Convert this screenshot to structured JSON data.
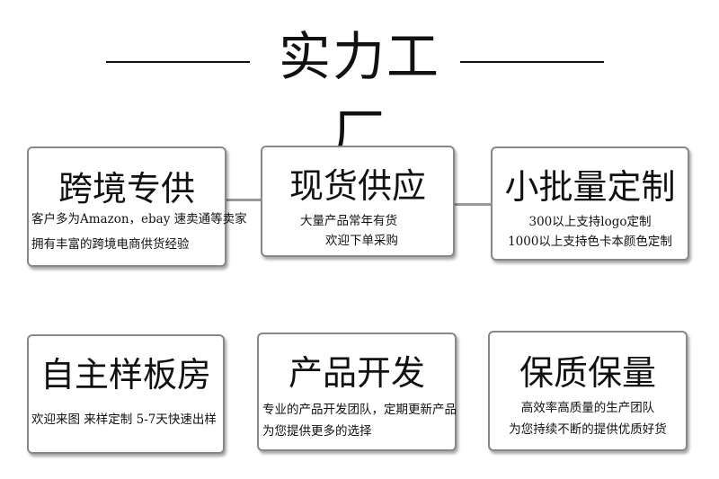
{
  "title": "实力工厂",
  "row1": [
    {
      "heading": "跨境专供",
      "lines": [
        "客户多为Amazon，ebay 速卖通等卖家",
        "拥有丰富的跨境电商供货经验"
      ]
    },
    {
      "heading": "现货供应",
      "lines": [
        "大量产品常年有货",
        "欢迎下单采购"
      ]
    },
    {
      "heading": "小批量定制",
      "lines": [
        "300以上支持logo定制",
        "1000以上支持色卡本颜色定制"
      ]
    }
  ],
  "row2": [
    {
      "heading": "自主样板房",
      "lines": [
        "欢迎来图  来样定制 5-7天快速出样"
      ]
    },
    {
      "heading": "产品开发",
      "lines": [
        "专业的产品开发团队，定期更新产品",
        "为您提供更多的选择"
      ]
    },
    {
      "heading": "保质保量",
      "lines": [
        "高效率高质量的生产团队",
        "为您持续不断的提供优质好货"
      ]
    }
  ]
}
